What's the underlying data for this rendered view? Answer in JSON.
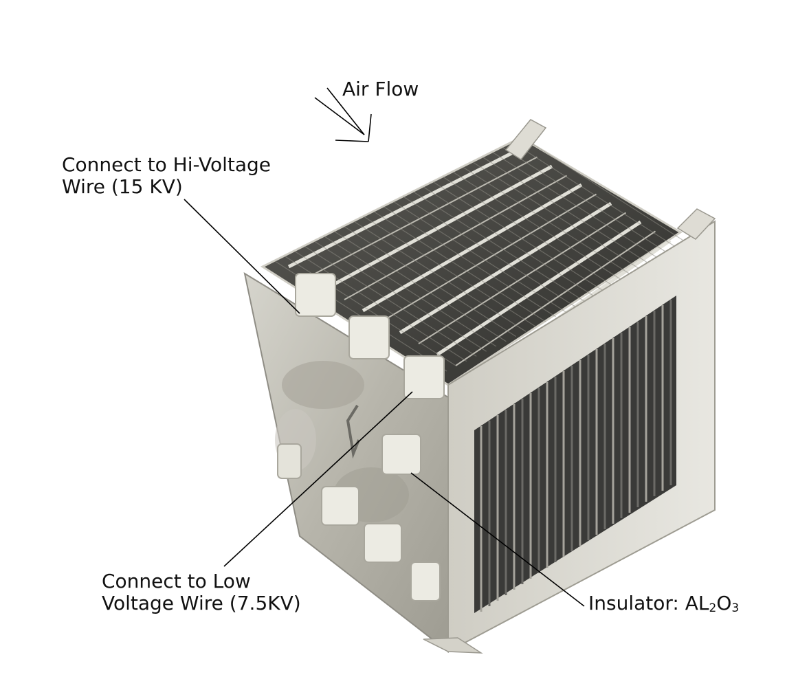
{
  "labels": {
    "air_flow": "Air Flow",
    "hi_voltage_line1": "Connect to Hi-Voltage",
    "hi_voltage_line2": "Wire (15 KV)",
    "low_voltage_line1": "Connect to Low",
    "low_voltage_line2": "Voltage Wire (7.5KV)",
    "insulator_prefix": "Insulator: AL",
    "insulator_sub1": "2",
    "insulator_mid": "O",
    "insulator_sub2": "3"
  },
  "colors": {
    "background": "#ffffff",
    "text": "#111111",
    "leader_line": "#000000",
    "metal_light": "#dcdcd6",
    "metal_mid": "#b9b7ae",
    "metal_dark": "#8f8d85",
    "plate_dark": "#3f3f3f",
    "insulator": "#ecebe3"
  },
  "icons": {
    "air_flow_arrow": "arrow-diagonal-down-right-icon"
  }
}
